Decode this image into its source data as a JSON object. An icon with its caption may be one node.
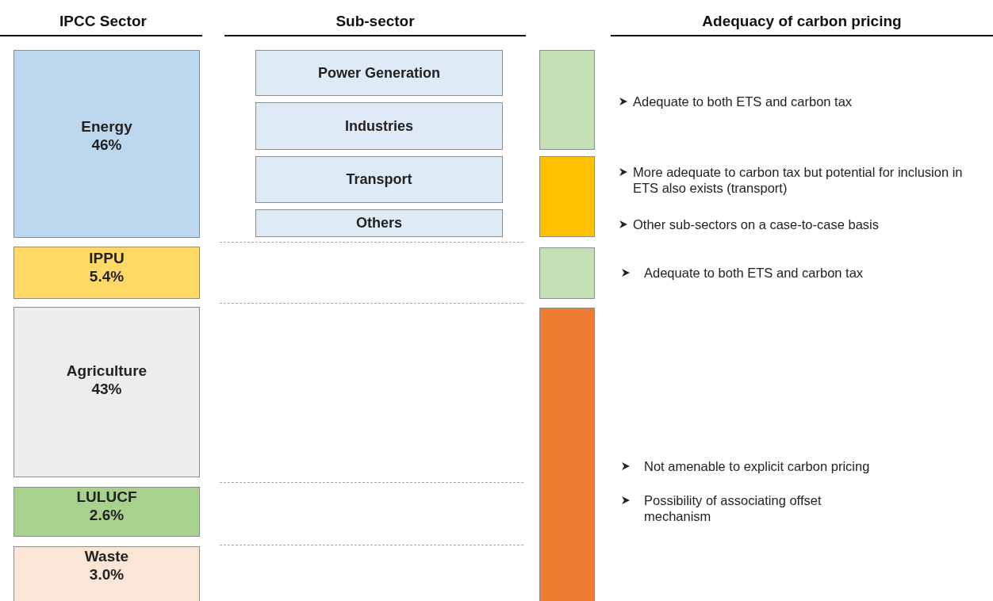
{
  "diagram": {
    "nodes": [
      {
        "text": [
          "Energy",
          "46%"
        ]
      },
      {
        "text": [
          "IPPU",
          "5.4%"
        ]
      },
      {
        "text": [
          "Agriculture",
          "43%"
        ]
      },
      {
        "text": [
          "LULUCF",
          "2.6%"
        ]
      },
      {
        "text": [
          "Waste",
          "3.0%"
        ]
      },
      {
        "text": [
          "Power Generation"
        ]
      },
      {
        "text": [
          "Industries"
        ]
      },
      {
        "text": [
          "Transport"
        ]
      },
      {
        "text": [
          "Others"
        ]
      },
      {
        "text": [],
        "shape": "bar"
      },
      {
        "text": [],
        "shape": "bar"
      },
      {
        "text": [],
        "shape": "bar"
      },
      {
        "text": [],
        "shape": "bar"
      }
    ],
    "edges": [],
    "labels": [
      "IPCC Sector",
      "Sub-sector",
      "Adequacy of carbon pricing",
      "Adequate to both ETS and carbon tax",
      "More adequate to carbon tax but potential for inclusion in ETS also exists (transport)",
      "Other sub-sectors on a case-to-case basis",
      "Adequate to both ETS and carbon tax",
      "Not amenable to explicit carbon pricing",
      "Possibility of associating offset mechanism"
    ]
  }
}
